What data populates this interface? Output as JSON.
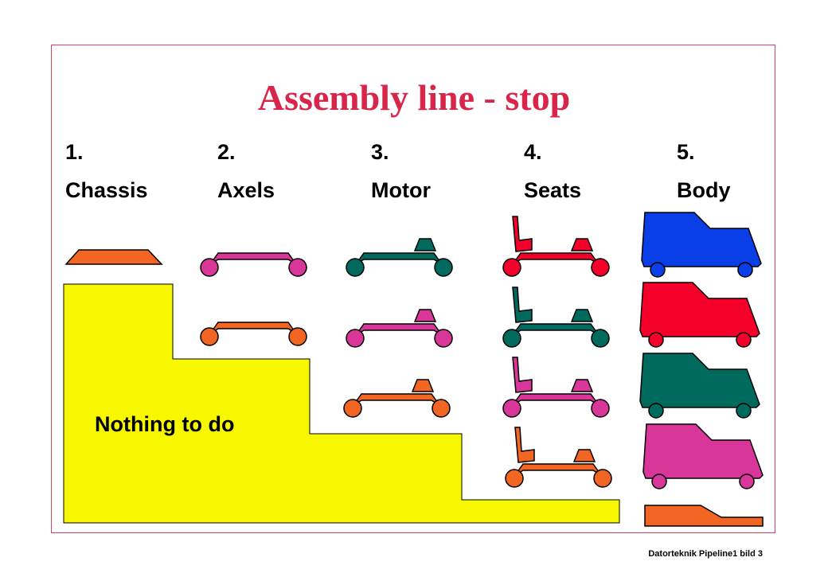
{
  "title": "Assembly line - stop",
  "stages": [
    {
      "number": "1.",
      "name": "Chassis"
    },
    {
      "number": "2.",
      "name": "Axels"
    },
    {
      "number": "3.",
      "name": "Motor"
    },
    {
      "number": "4.",
      "name": "Seats"
    },
    {
      "number": "5.",
      "name": "Body"
    }
  ],
  "idle_label": "Nothing to do",
  "footer": "Datorteknik Pipeline1 bild 3",
  "colors": {
    "title": "#d8264a",
    "frame": "#d8425f",
    "idle_area": "#f7f700",
    "orange": "#f26522",
    "magenta": "#d9369a",
    "teal": "#006a5e",
    "red": "#f5002a",
    "blue": "#0a3fe8"
  }
}
